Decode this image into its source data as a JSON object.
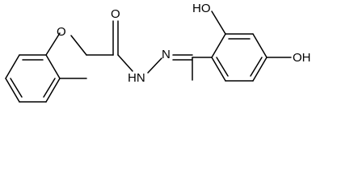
{
  "molecule": {
    "atom_labels": {
      "oxygen_carbonyl": "O",
      "oxygen_ether": "O",
      "nh": "HN",
      "n_imine": "N",
      "oh_ortho": "HO",
      "oh_para": "OH"
    }
  },
  "colors": {
    "background": "#ffffff",
    "bond": "#000000",
    "text": "#000000"
  }
}
